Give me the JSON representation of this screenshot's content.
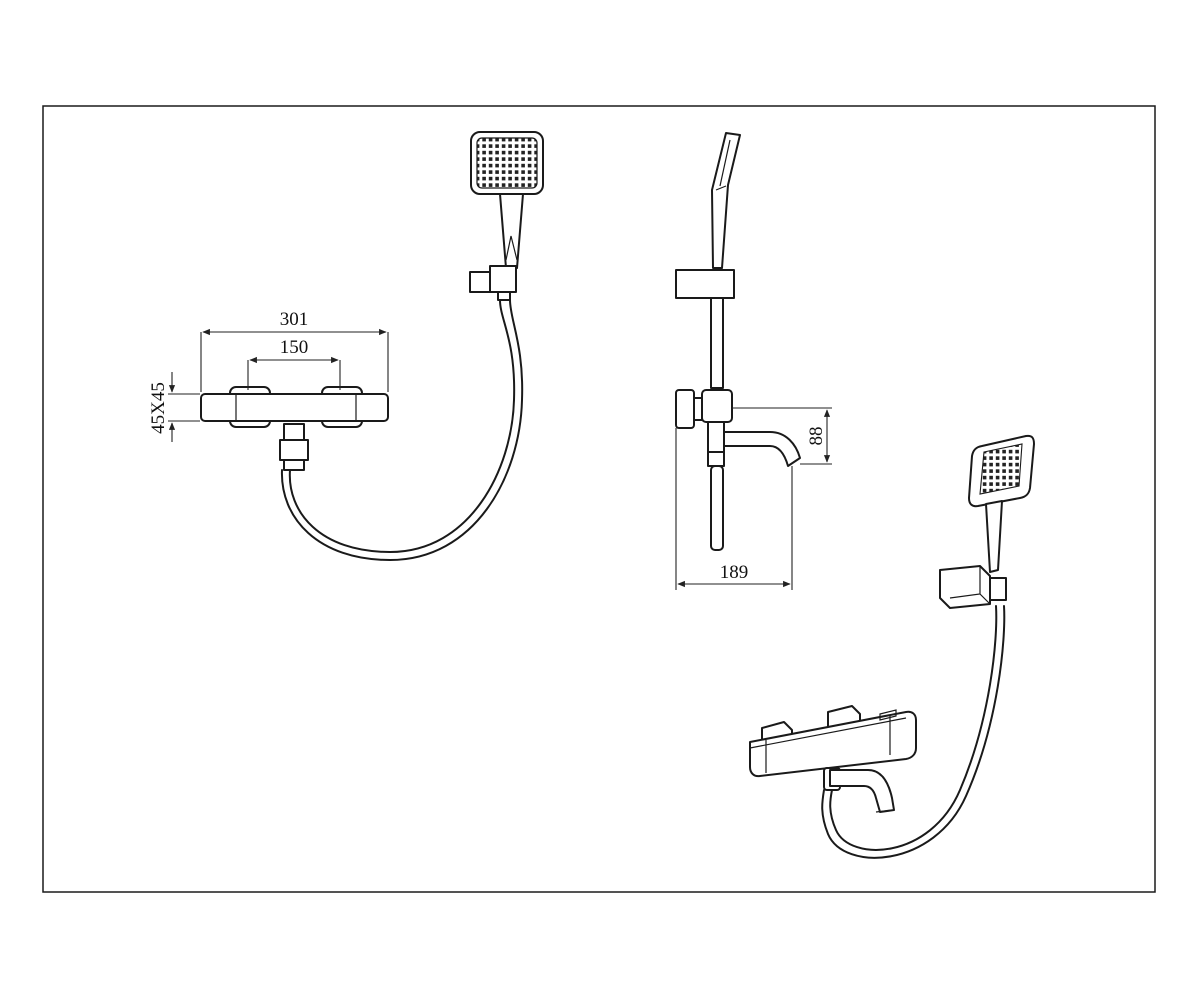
{
  "frame": {
    "stroke": "#1a1a1a",
    "background": "#ffffff"
  },
  "dimensions": {
    "overall_width": "301",
    "handle_spacing": "150",
    "body_section": "45X45",
    "spout_height": "88",
    "projection": "189"
  },
  "views": [
    {
      "id": "front-view",
      "components": [
        "mixer-body",
        "hand-shower",
        "shower-holder",
        "shower-hose",
        "hose-connector"
      ]
    },
    {
      "id": "side-view",
      "components": [
        "hand-shower",
        "shower-holder",
        "wall-rail",
        "control-knob",
        "bath-spout"
      ]
    },
    {
      "id": "isometric-view",
      "components": [
        "mixer-body",
        "hand-shower",
        "shower-holder",
        "shower-hose",
        "bath-spout"
      ]
    }
  ]
}
